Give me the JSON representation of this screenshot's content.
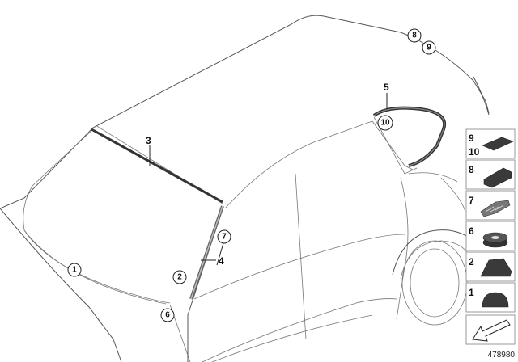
{
  "callouts": [
    {
      "id": "c1",
      "label": "1"
    },
    {
      "id": "c2",
      "label": "2"
    },
    {
      "id": "c6",
      "label": "6"
    },
    {
      "id": "c7",
      "label": "7"
    },
    {
      "id": "c8",
      "label": "8"
    },
    {
      "id": "c9",
      "label": "9"
    },
    {
      "id": "c10",
      "label": "10"
    }
  ],
  "labels": {
    "part3": "3",
    "part4": "4",
    "part5": "5"
  },
  "legend": {
    "items": [
      {
        "label": "9",
        "label2": "10",
        "part": "foam-block-pad"
      },
      {
        "label": "8",
        "part": "rubber-block"
      },
      {
        "label": "7",
        "part": "clip"
      },
      {
        "label": "6",
        "part": "grommet"
      },
      {
        "label": "2",
        "part": "end-cap"
      },
      {
        "label": "1",
        "part": "round-cap"
      }
    ],
    "arrow_icon": "arrow-down-left-icon"
  },
  "document_id": "478980",
  "colors": {
    "part_fill": "#3a3a3a",
    "line": "#555555"
  }
}
